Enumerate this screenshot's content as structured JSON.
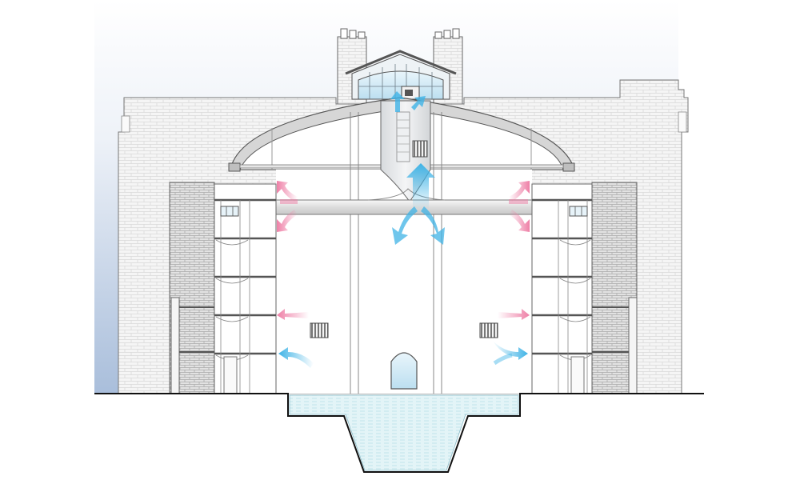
{
  "diagram": {
    "type": "building-section",
    "subject": "ventilation-airflow",
    "elements": [
      "sky-gradient",
      "brick-facade",
      "chimney-left",
      "chimney-right",
      "glazed-roof-lantern",
      "vaulted-ceiling",
      "central-ventilation-shaft",
      "horizontal-air-duct",
      "side-gallery-floors-left",
      "side-gallery-floors-right",
      "wall-grilles",
      "arched-doorway",
      "ground-line",
      "foundation-pool"
    ]
  },
  "airflow": {
    "warm_color": "#ee7fa6",
    "cool_color": "#3fb3e6",
    "arrow_count": 12
  },
  "colors": {
    "sky_top": "#ffffff",
    "sky_bottom": "#a9bedb",
    "brick_light": "#f3f3f3",
    "brick_dark": "#d3d3d3",
    "line": "#555555",
    "glass": "#cfe6f3",
    "pool": "#dff2f6",
    "ground": "#111111"
  }
}
